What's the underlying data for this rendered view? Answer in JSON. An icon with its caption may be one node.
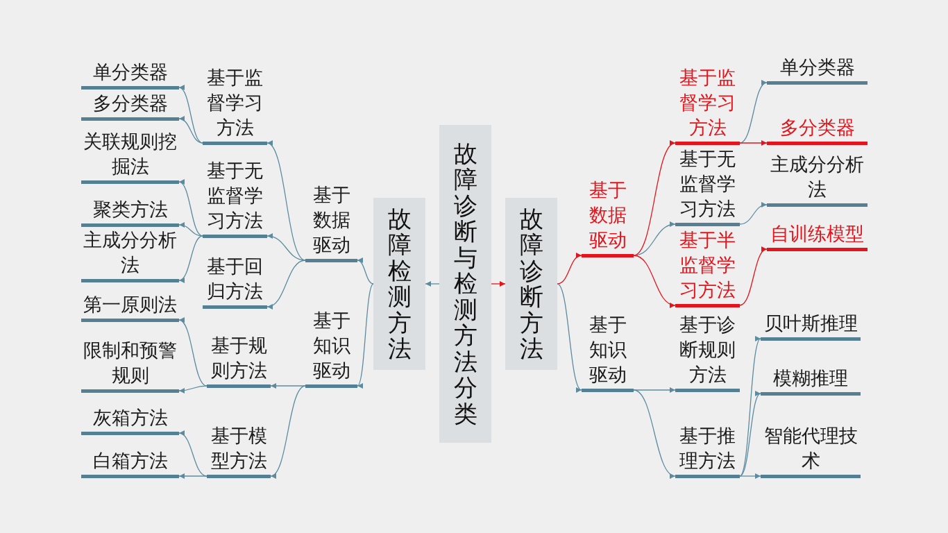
{
  "diagram": {
    "nodes": [
      {
        "text": [
          "故障诊断与检测方法分类"
        ]
      },
      {
        "text": [
          "故障检测方法"
        ]
      },
      {
        "text": [
          "故障诊断方法"
        ]
      },
      {
        "text": [
          "基于数据驱动"
        ]
      },
      {
        "text": [
          "基于监督学习方法"
        ]
      },
      {
        "text": [
          "单分类器"
        ]
      },
      {
        "text": [
          "多分类器"
        ]
      },
      {
        "text": [
          "基于无监督学习方法"
        ]
      },
      {
        "text": [
          "关联规则挖掘法"
        ]
      },
      {
        "text": [
          "聚类方法"
        ]
      },
      {
        "text": [
          "主成分分析法"
        ]
      },
      {
        "text": [
          "基于回归方法"
        ]
      },
      {
        "text": [
          "基于知识驱动"
        ]
      },
      {
        "text": [
          "基于规则方法"
        ]
      },
      {
        "text": [
          "第一原则法"
        ]
      },
      {
        "text": [
          "限制和预警规则"
        ]
      },
      {
        "text": [
          "基于模型方法"
        ]
      },
      {
        "text": [
          "灰箱方法"
        ]
      },
      {
        "text": [
          "白箱方法"
        ]
      },
      {
        "text": [
          "基于数据驱动"
        ]
      },
      {
        "text": [
          "基于监督学习方法"
        ]
      },
      {
        "text": [
          "单分类器"
        ]
      },
      {
        "text": [
          "多分类器"
        ]
      },
      {
        "text": [
          "基于无监督学习方法"
        ]
      },
      {
        "text": [
          "主成分分析法"
        ]
      },
      {
        "text": [
          "基于半监督学习方法"
        ]
      },
      {
        "text": [
          "自训练模型"
        ]
      },
      {
        "text": [
          "基于知识驱动"
        ]
      },
      {
        "text": [
          "基于诊断规则方法"
        ]
      },
      {
        "text": [
          "基于推理方法"
        ]
      },
      {
        "text": [
          "贝叶斯推理"
        ]
      },
      {
        "text": [
          "模糊推理"
        ]
      },
      {
        "text": [
          "智能代理技术"
        ]
      }
    ],
    "edges": [
      {
        "from": 0,
        "to": 1,
        "arrow": "to"
      },
      {
        "from": 0,
        "to": 2,
        "arrow": "to",
        "color": "#e3141b"
      },
      {
        "from": 1,
        "to": 3,
        "arrow": "to"
      },
      {
        "from": 1,
        "to": 12,
        "arrow": "to"
      },
      {
        "from": 3,
        "to": 4,
        "arrow": "to"
      },
      {
        "from": 3,
        "to": 7,
        "arrow": "to"
      },
      {
        "from": 3,
        "to": 11,
        "arrow": "to"
      },
      {
        "from": 4,
        "to": 5,
        "arrow": "to"
      },
      {
        "from": 4,
        "to": 6,
        "arrow": "to"
      },
      {
        "from": 7,
        "to": 8,
        "arrow": "to"
      },
      {
        "from": 7,
        "to": 9,
        "arrow": "to"
      },
      {
        "from": 7,
        "to": 10,
        "arrow": "to"
      },
      {
        "from": 12,
        "to": 13,
        "arrow": "to"
      },
      {
        "from": 12,
        "to": 16,
        "arrow": "to"
      },
      {
        "from": 13,
        "to": 14,
        "arrow": "to"
      },
      {
        "from": 13,
        "to": 15,
        "arrow": "to"
      },
      {
        "from": 16,
        "to": 17,
        "arrow": "to"
      },
      {
        "from": 16,
        "to": 18,
        "arrow": "to"
      },
      {
        "from": 2,
        "to": 19,
        "arrow": "to",
        "color": "#e3141b"
      },
      {
        "from": 2,
        "to": 27,
        "arrow": "to"
      },
      {
        "from": 19,
        "to": 20,
        "arrow": "to",
        "color": "#e3141b"
      },
      {
        "from": 19,
        "to": 23,
        "arrow": "to"
      },
      {
        "from": 19,
        "to": 25,
        "arrow": "to",
        "color": "#e3141b"
      },
      {
        "from": 20,
        "to": 21,
        "arrow": "to"
      },
      {
        "from": 20,
        "to": 22,
        "arrow": "to",
        "color": "#e3141b"
      },
      {
        "from": 23,
        "to": 24,
        "arrow": "to"
      },
      {
        "from": 25,
        "to": 26,
        "arrow": "to",
        "color": "#e3141b"
      },
      {
        "from": 27,
        "to": 28,
        "arrow": "to"
      },
      {
        "from": 27,
        "to": 29,
        "arrow": "to"
      },
      {
        "from": 29,
        "to": 30,
        "arrow": "to"
      },
      {
        "from": 29,
        "to": 31,
        "arrow": "to"
      },
      {
        "from": 29,
        "to": 32,
        "arrow": "to"
      }
    ]
  }
}
